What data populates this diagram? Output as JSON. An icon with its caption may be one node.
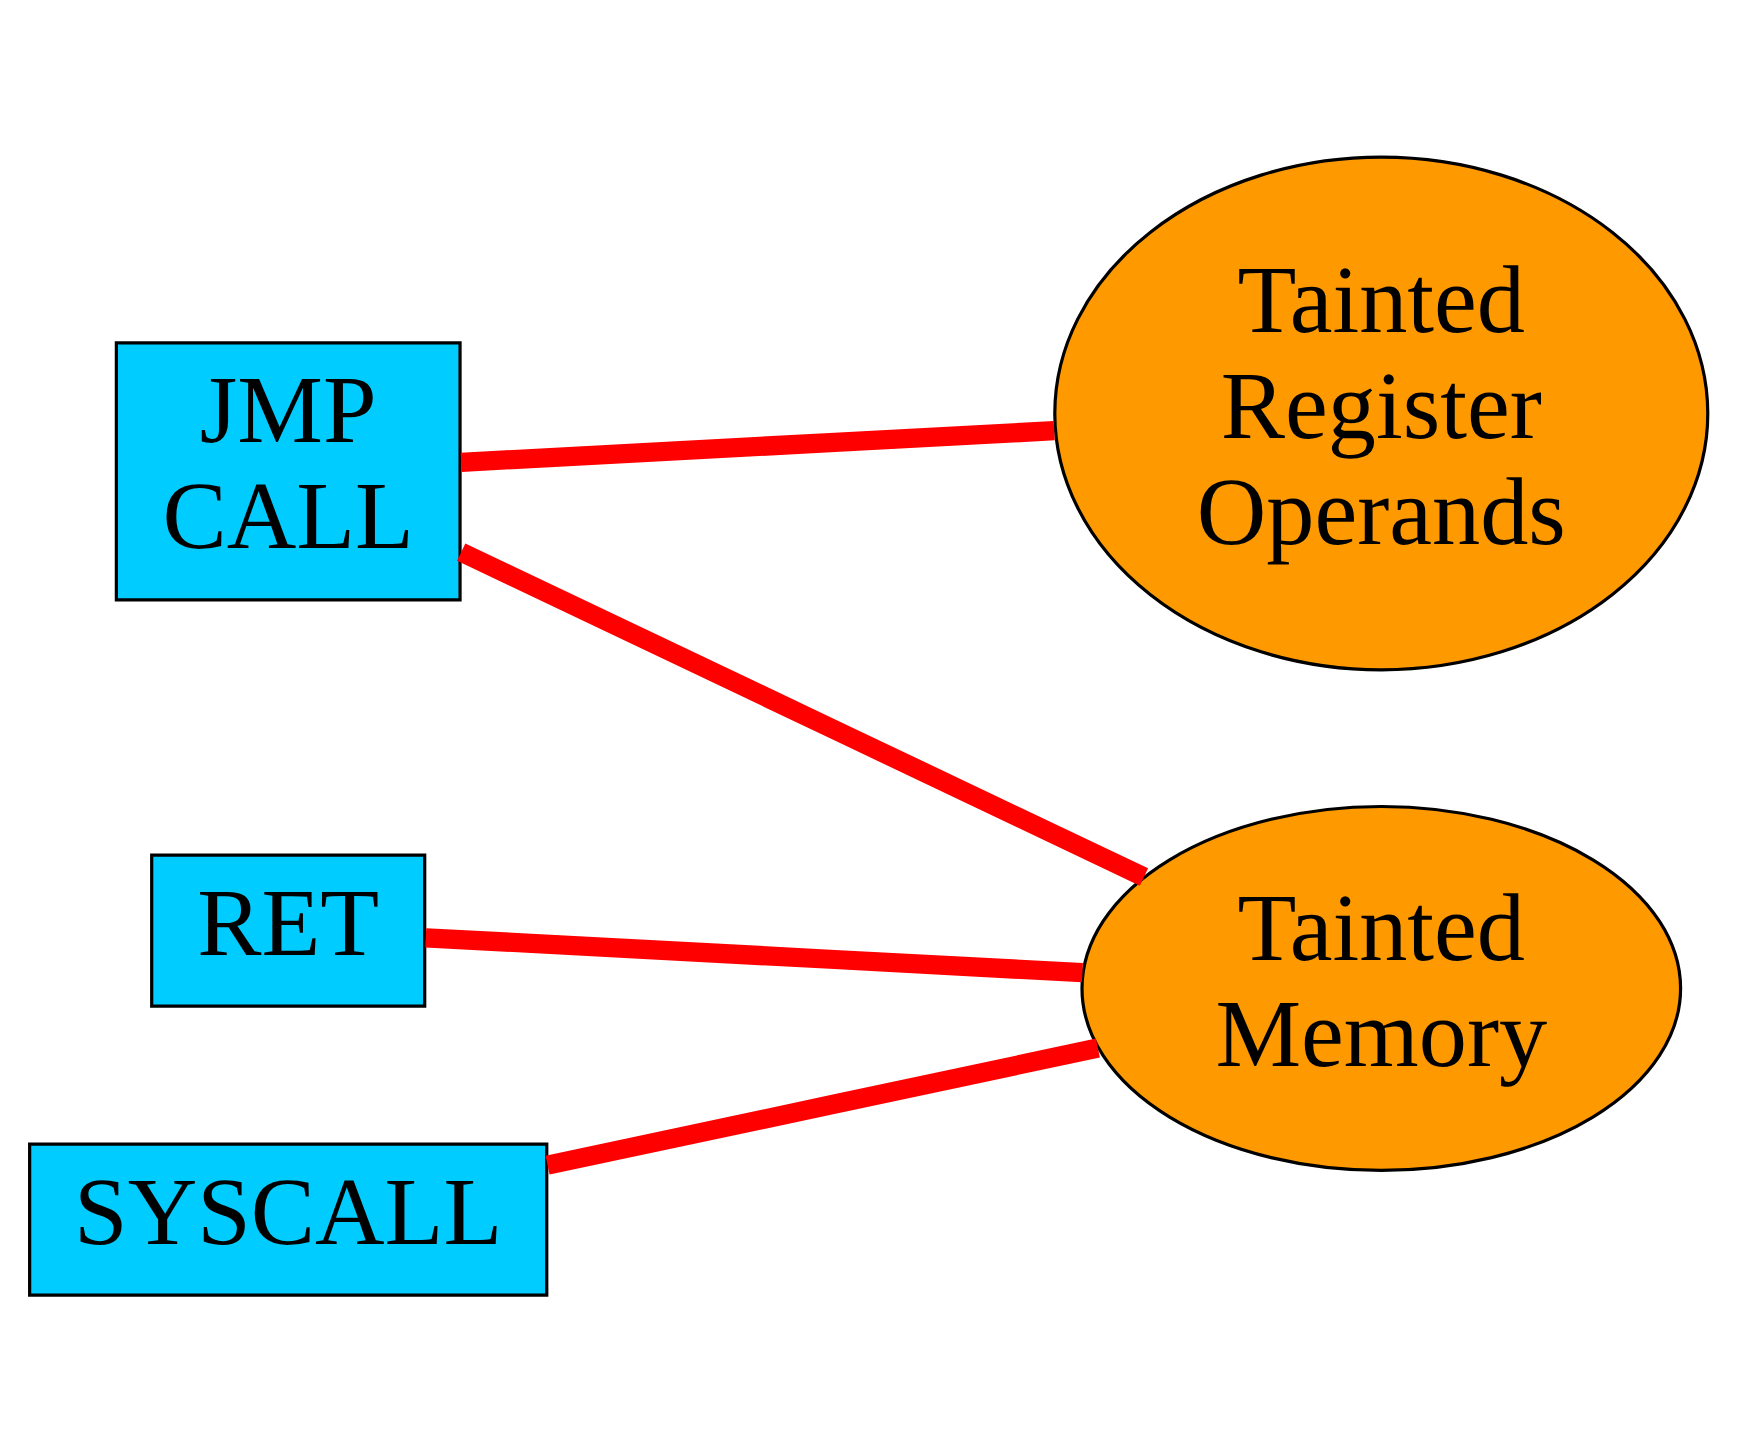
{
  "diagram": {
    "nodes": [
      {
        "text": [
          "JMP CALL"
        ]
      },
      {
        "text": [
          "Tainted Register Operands"
        ]
      },
      {
        "text": [
          "RET"
        ]
      },
      {
        "text": [
          "Tainted Memory"
        ]
      },
      {
        "text": [
          "SYSCALL"
        ]
      }
    ],
    "edges": [
      {
        "from": 0,
        "to": 1,
        "arrow": "none"
      },
      {
        "from": 0,
        "to": 3,
        "arrow": "none"
      },
      {
        "from": 2,
        "to": 3,
        "arrow": "none"
      },
      {
        "from": 4,
        "to": 3,
        "arrow": "none"
      }
    ]
  }
}
